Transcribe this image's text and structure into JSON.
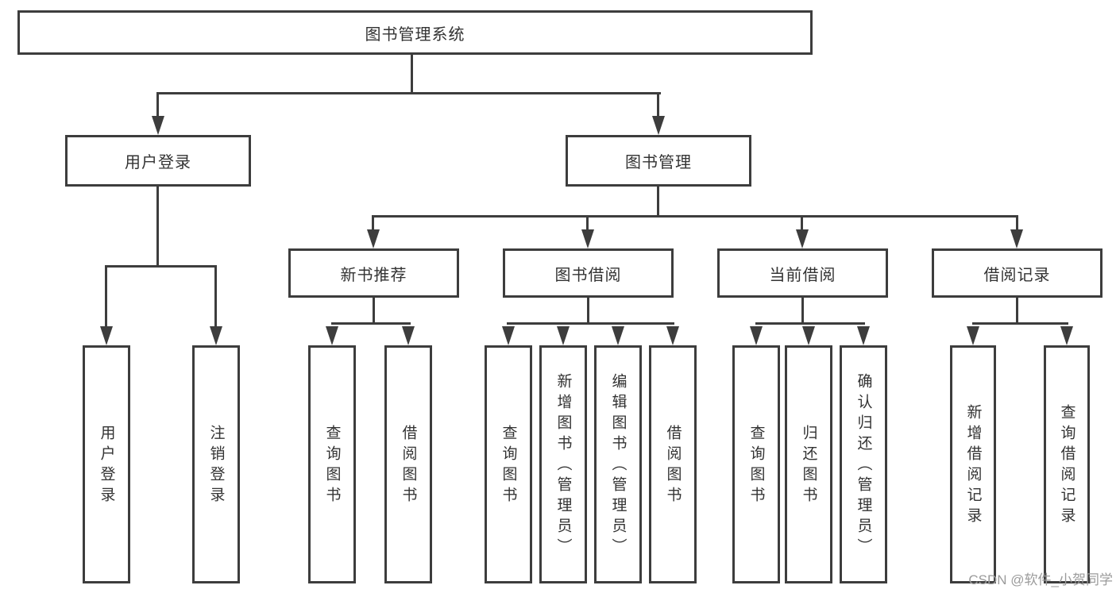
{
  "diagram": {
    "type": "tree",
    "colors": {
      "line": "#3d3d3d",
      "text": "#333333",
      "watermark": "#9b9b9b",
      "background": "#ffffff"
    },
    "watermark": "CSDN @软件_小贺同学",
    "tree": {
      "root": {
        "label": "图书管理系统",
        "children": [
          {
            "label": "用户登录",
            "children": [
              {
                "label": "用户登录"
              },
              {
                "label": "注销登录"
              }
            ]
          },
          {
            "label": "图书管理",
            "children": [
              {
                "label": "新书推荐",
                "children": [
                  {
                    "label": "查询图书"
                  },
                  {
                    "label": "借阅图书"
                  }
                ]
              },
              {
                "label": "图书借阅",
                "children": [
                  {
                    "label": "查询图书"
                  },
                  {
                    "label": "新增图书（管理员）"
                  },
                  {
                    "label": "编辑图书（管理员）"
                  },
                  {
                    "label": "借阅图书"
                  }
                ]
              },
              {
                "label": "当前借阅",
                "children": [
                  {
                    "label": "查询图书"
                  },
                  {
                    "label": "归还图书"
                  },
                  {
                    "label": "确认归还（管理员）"
                  }
                ]
              },
              {
                "label": "借阅记录",
                "children": [
                  {
                    "label": "新增借阅记录"
                  },
                  {
                    "label": "查询借阅记录"
                  }
                ]
              }
            ]
          }
        ]
      }
    }
  }
}
